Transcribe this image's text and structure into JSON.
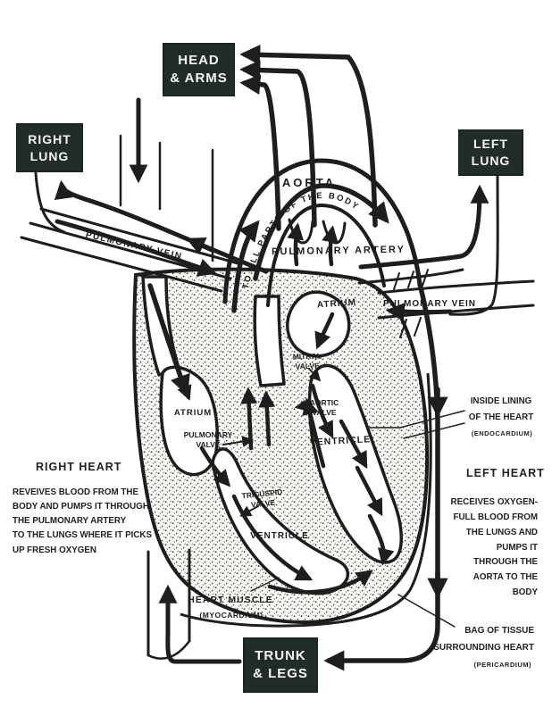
{
  "colors": {
    "background": "#ffffff",
    "ink": "#1e1e1e",
    "box_background": "#222d2b",
    "box_text": "#f6f6f0"
  },
  "boxes": {
    "head_arms": {
      "label": [
        "HEAD",
        "& ARMS"
      ]
    },
    "right_lung": {
      "label": [
        "RIGHT",
        "LUNG"
      ]
    },
    "left_lung": {
      "label": [
        "LEFT",
        "LUNG"
      ]
    },
    "trunk_legs": {
      "label": [
        "TRUNK",
        "& LEGS"
      ]
    }
  },
  "vessels": {
    "aorta": "AORTA",
    "aorta_flow_note": "TO ALL PARTS OF THE BODY",
    "pulmonary_artery": "PULMONARY ARTERY",
    "pulmonary_vein_left": "PULMONARY VEIN",
    "pulmonary_vein_right": "PULMONARY VEIN"
  },
  "heart": {
    "left_atrium": "ATRIUM",
    "mitral_valve": [
      "MITRAL",
      "VALVE"
    ],
    "aortic_valve": [
      "AORTIC",
      "VALVE"
    ],
    "left_ventricle": "VENTRICLE",
    "right_atrium": "ATRIUM",
    "pulmonary_valve": [
      "PULMONARY",
      "VALVE"
    ],
    "tricuspid_valve": [
      "TRICUSPID",
      "VALVE"
    ],
    "right_ventricle": "VENTRICLE",
    "heart_muscle": "HEART MUSCLE",
    "heart_muscle_sub": "(MYOCARDIUM)"
  },
  "notes": {
    "right_heart": {
      "title": "RIGHT HEART",
      "lines": [
        "REVEIVES BLOOD FROM THE",
        "BODY AND PUMPS IT THROUGH",
        "THE PULMONARY ARTERY",
        "TO THE LUNGS WHERE IT PICKS",
        "UP FRESH OXYGEN"
      ]
    },
    "left_heart": {
      "title": "LEFT HEART",
      "lines": [
        "RECEIVES OXYGEN-",
        "FULL BLOOD FROM",
        "THE LUNGS AND",
        "PUMPS IT",
        "THROUGH THE",
        "AORTA TO THE",
        "BODY"
      ]
    },
    "endocardium": {
      "lines": [
        "INSIDE LINING",
        "OF THE HEART"
      ],
      "sub": "(ENDOCARDIUM)"
    },
    "pericardium": {
      "lines": [
        "BAG OF TISSUE",
        "SURROUNDING HEART"
      ],
      "sub": "(PERICARDIUM)"
    }
  }
}
